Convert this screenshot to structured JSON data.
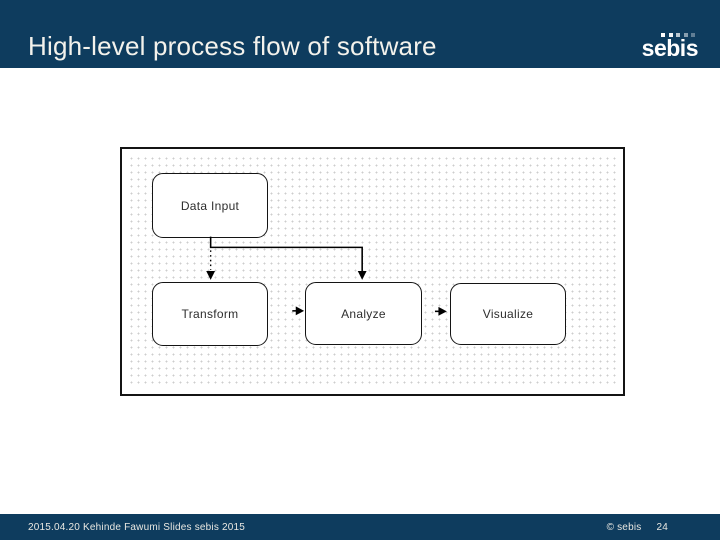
{
  "slide": {
    "header": {
      "title": "High-level process flow of software",
      "logo_text": "sebis"
    },
    "diagram": {
      "nodes": [
        {
          "id": "data-input",
          "label": "Data Input"
        },
        {
          "id": "transform",
          "label": "Transform"
        },
        {
          "id": "analyze",
          "label": "Analyze"
        },
        {
          "id": "visualize",
          "label": "Visualize"
        }
      ],
      "edges": [
        {
          "from": "data-input",
          "to": "transform",
          "style": "dashed-arrow"
        },
        {
          "from": "data-input",
          "to": "analyze",
          "style": "solid-arrow"
        },
        {
          "from": "transform",
          "to": "analyze",
          "style": "solid-arrow"
        },
        {
          "from": "analyze",
          "to": "visualize",
          "style": "solid-arrow"
        }
      ]
    },
    "footer": {
      "left_text": "2015.04.20 Kehinde Fawumi Slides sebis 2015",
      "copyright": "© sebis",
      "page_number": "24"
    },
    "colors": {
      "accent_navy": "#0e3c5e",
      "diagram_border": "#141414",
      "grid_dot": "#cdcdcd"
    }
  }
}
